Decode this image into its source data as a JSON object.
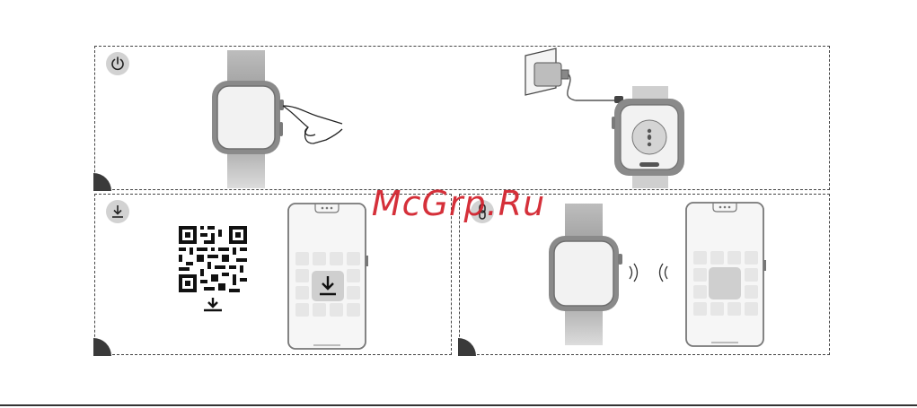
{
  "watermark": {
    "text": "McGrp.Ru"
  },
  "steps": [
    {
      "id": "power",
      "icon": "power-icon",
      "illustration": "press-side-button"
    },
    {
      "id": "charge",
      "icon": "none",
      "illustration": "charging-cable-watch-back"
    },
    {
      "id": "download",
      "icon": "download-icon",
      "illustration": "qr-code-and-phone-download"
    },
    {
      "id": "pair",
      "icon": "link-icon",
      "illustration": "watch-phone-pairing"
    }
  ],
  "colors": {
    "border": "#444444",
    "badge": "#d2d2d2",
    "corner": "#3a3a3a",
    "watermark": "#d21f2a",
    "device": "#8a8a8a",
    "screen": "#f2f2f2"
  }
}
